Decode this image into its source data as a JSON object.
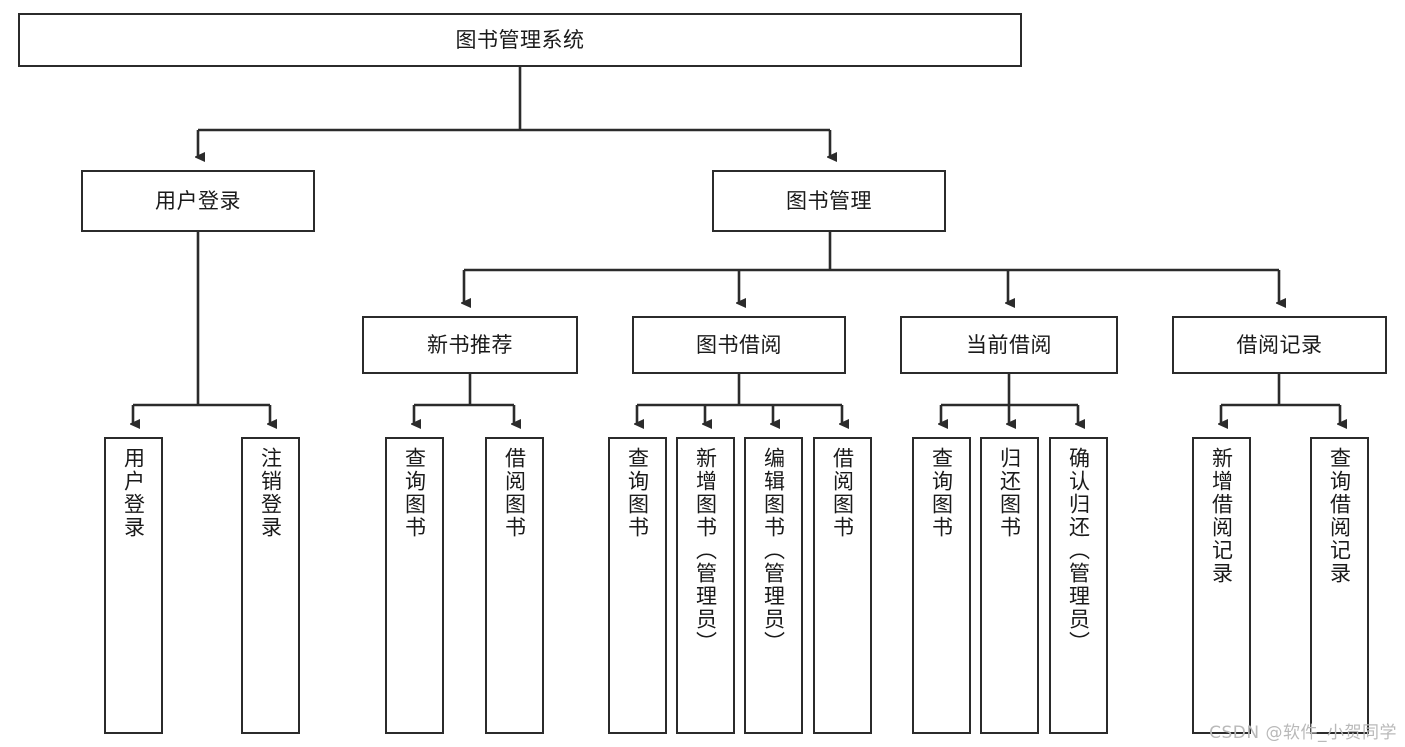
{
  "diagram": {
    "title": "图书管理系统",
    "type": "tree-hierarchy-chart",
    "watermark": "CSDN @软件_小贺同学",
    "colors": {
      "box_border": "#2b2b2b",
      "box_fill": "#ffffff",
      "connector": "#2b2b2b",
      "text": "#1a1a1a",
      "watermark": "#b9b9b9",
      "canvas": "#ffffff"
    },
    "root": {
      "label": "图书管理系统"
    },
    "level2": [
      {
        "label": "用户登录"
      },
      {
        "label": "图书管理"
      }
    ],
    "level3": [
      {
        "label": "新书推荐"
      },
      {
        "label": "图书借阅"
      },
      {
        "label": "当前借阅"
      },
      {
        "label": "借阅记录"
      }
    ],
    "leaves": {
      "user_login": [
        {
          "label": "用户登录"
        },
        {
          "label": "注销登录"
        }
      ],
      "new_book_recommend": [
        {
          "label": "查询图书"
        },
        {
          "label": "借阅图书"
        }
      ],
      "book_borrow": [
        {
          "label": "查询图书"
        },
        {
          "label": "新增图书（管理员）"
        },
        {
          "label": "编辑图书（管理员）"
        },
        {
          "label": "借阅图书"
        }
      ],
      "current_borrow": [
        {
          "label": "查询图书"
        },
        {
          "label": "归还图书"
        },
        {
          "label": "确认归还（管理员）"
        }
      ],
      "borrow_record": [
        {
          "label": "新增借阅记录"
        },
        {
          "label": "查询借阅记录"
        }
      ]
    }
  }
}
